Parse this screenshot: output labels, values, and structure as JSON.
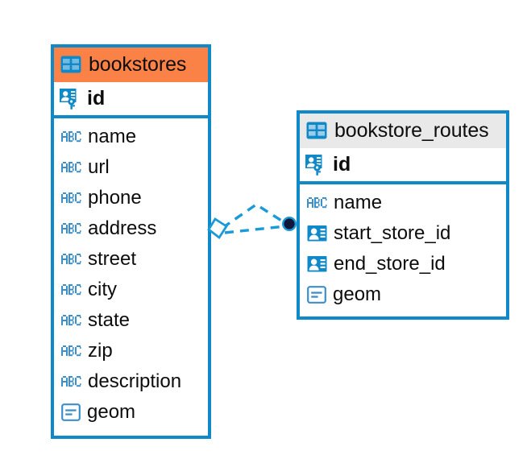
{
  "diagram": {
    "kind": "entity-relationship-diagram",
    "background_color": "#ffffff",
    "accent_blue": "#1089c8",
    "accent_orange": "#fb8246",
    "header_grey": "#e9e9e9"
  },
  "tables": [
    {
      "name": "bookstores",
      "header_style": "accent-orange",
      "table_icon": "table-icon",
      "primary_key": {
        "label": "id",
        "icon": "primary-key-icon"
      },
      "fields": [
        {
          "label": "name",
          "icon": "text-field-icon"
        },
        {
          "label": "url",
          "icon": "text-field-icon"
        },
        {
          "label": "phone",
          "icon": "text-field-icon"
        },
        {
          "label": "address",
          "icon": "text-field-icon"
        },
        {
          "label": "street",
          "icon": "text-field-icon"
        },
        {
          "label": "city",
          "icon": "text-field-icon"
        },
        {
          "label": "state",
          "icon": "text-field-icon"
        },
        {
          "label": "zip",
          "icon": "text-field-icon"
        },
        {
          "label": "description",
          "icon": "text-field-icon"
        },
        {
          "label": "geom",
          "icon": "geometry-field-icon"
        }
      ]
    },
    {
      "name": "bookstore_routes",
      "header_style": "accent-grey",
      "table_icon": "table-icon",
      "primary_key": {
        "label": "id",
        "icon": "primary-key-icon"
      },
      "fields": [
        {
          "label": "name",
          "icon": "text-field-icon"
        },
        {
          "label": "start_store_id",
          "icon": "foreign-key-icon"
        },
        {
          "label": "end_store_id",
          "icon": "foreign-key-icon"
        },
        {
          "label": "geom",
          "icon": "geometry-field-icon"
        }
      ]
    }
  ],
  "relationship": {
    "source_marker": "diamond-marker-icon",
    "target_marker": "filled-circle-marker-icon",
    "line_style": "dashed",
    "line_color": "#1a9ad6"
  }
}
